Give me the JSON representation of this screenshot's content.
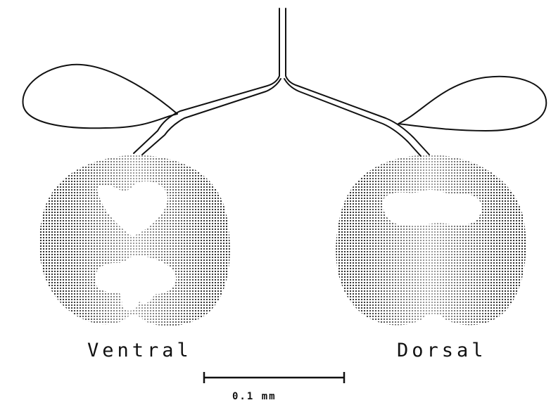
{
  "labels": {
    "ventral": "Ventral",
    "dorsal": "Dorsal",
    "scale": "0.1 mm"
  },
  "colors": {
    "ink": "#111111",
    "stipple": "#222222",
    "paper": "#ffffff"
  }
}
